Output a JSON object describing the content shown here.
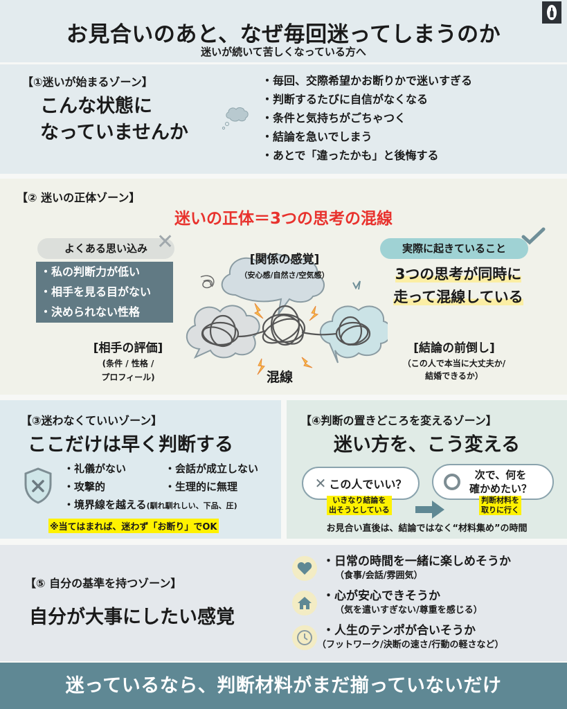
{
  "header": {
    "title": "お見合いのあと、なぜ毎回迷ってしまうのか",
    "subtitle": "迷いが続いて苦しくなっている方へ",
    "logo_icon": "bottle-icon"
  },
  "zone1": {
    "label": "【①迷いが始まるゾーン】",
    "headline_line1": "こんな状態に",
    "headline_line2": "なっていませんか",
    "icon": "thought-cloud-icon",
    "bullets": [
      "・毎回、交際希望かお断りかで迷いすぎる",
      "・判断するたびに自信がなくなる",
      "・条件と気持ちがごちゃつく",
      "・結論を急いでしまう",
      "・あとで「違ったかも」と後悔する"
    ]
  },
  "zone2": {
    "label": "【② 迷いの正体ゾーン】",
    "headline": "迷いの正体＝3つの思考の混線",
    "headline_color": "#e8322d",
    "myth": {
      "pill": "よくある思い込み",
      "icon": "x-mark-icon",
      "items": [
        "・私の判断力が低い",
        "・相手を見る目がない",
        "・決められない性格"
      ]
    },
    "reality": {
      "pill": "実際に起きていること",
      "icon": "check-mark-icon",
      "line1": "3つの思考が同時に",
      "line2": "走って混線している"
    },
    "thoughts": {
      "relation": {
        "title": "[関係の感覚]",
        "sub": "（安心感/自然さ/空気感）"
      },
      "partner": {
        "title": "[相手の評価]",
        "sub1": "(条件 / 性格 /",
        "sub2": "プロフィール)"
      },
      "conclusion": {
        "title": "[結論の前倒し]",
        "sub1": "（この人で本当に大丈夫か/",
        "sub2": "結婚できるか）"
      },
      "center": "混線"
    }
  },
  "zone3": {
    "label": "【③迷わなくていいゾーン】",
    "headline": "ここだけは早く判断する",
    "icon": "shield-x-icon",
    "items": [
      [
        "・礼儀がない",
        "・会話が成立しない"
      ],
      [
        "・攻撃的",
        "・生理的に無理"
      ]
    ],
    "boundary": "・境界線を越える",
    "boundary_note": "(馴れ馴れしい、下品、圧)",
    "note": "※当てはまれば、迷わず「お断り」でOK",
    "highlight_color": "#fff200"
  },
  "zone4": {
    "label": "【④判断の置きどころを変えるゾーン】",
    "headline": "迷い方を、こう変える",
    "before": {
      "icon": "x-mark-icon",
      "text": "この人でいい？",
      "note1": "いきなり結論を",
      "note2": "出そうとしている"
    },
    "after": {
      "icon": "circle-icon",
      "text1": "次で、何を",
      "text2": "確かめたい？",
      "note1": "判断材料を",
      "note2": "取りに行く"
    },
    "arrow_icon": "arrow-right-icon",
    "footer_note": "お見合い直後は、結論ではなく“材料集め”の時間"
  },
  "zone5": {
    "label": "【⑤ 自分の基準を持つゾーン】",
    "headline": "自分が大事にしたい感覚",
    "items": [
      {
        "icon": "heart-icon",
        "title": "・日常の時間を一緒に楽しめそうか",
        "sub": "（食事/会話/雰囲気）"
      },
      {
        "icon": "home-icon",
        "title": "・心が安心できそうか",
        "sub": "（気を遣いすぎない/尊重を感じる）"
      },
      {
        "icon": "clock-icon",
        "title": "・人生のテンポが合いそうか",
        "sub": "（フットワーク/決断の速さ/行動の軽さなど）"
      }
    ]
  },
  "footer": {
    "text": "迷っているなら、判断材料がまだ揃っていないだけ",
    "bg_color": "#5f8894"
  }
}
